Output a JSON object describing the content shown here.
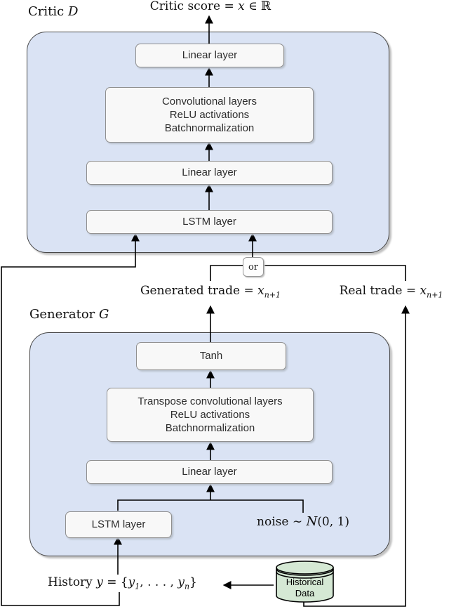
{
  "critic": {
    "label": "Critic ",
    "label_var": "D",
    "score_prefix": "Critic score = ",
    "score_var": "x",
    "score_suffix": " ∈ ℝ",
    "boxes": {
      "linear_top": "Linear layer",
      "conv": [
        "Convolutional layers",
        "ReLU activations",
        "Batchnormalization"
      ],
      "linear_mid": "Linear layer",
      "lstm": "LSTM layer"
    }
  },
  "junction": {
    "or": "or"
  },
  "flows": {
    "generated_prefix": "Generated trade = ",
    "generated_var": "x",
    "generated_sub": "n+1",
    "real_prefix": "Real trade = ",
    "real_var": "x",
    "real_sub": "n+1"
  },
  "generator": {
    "label": "Generator ",
    "label_var": "G",
    "boxes": {
      "tanh": "Tanh",
      "tconv": [
        "Transpose convolutional layers",
        "ReLU activations",
        "Batchnormalization"
      ],
      "linear": "Linear layer",
      "lstm": "LSTM layer"
    },
    "noise_prefix": "noise ∼ ",
    "noise_var": "N",
    "noise_suffix": "(0, 1)"
  },
  "history": {
    "prefix": "History ",
    "var": "y",
    "eq": " = {",
    "el1_var": "y",
    "el1_sub": "1",
    "sep": ", . . . , ",
    "el2_var": "y",
    "el2_sub": "n",
    "suffix": "}"
  },
  "database": {
    "line1": "Historical",
    "line2": "Data"
  },
  "colors": {
    "container_fill": "#dae3f4",
    "node_fill": "#f8f8f8",
    "database_fill": "#d5e8d4",
    "line": "#000000"
  }
}
